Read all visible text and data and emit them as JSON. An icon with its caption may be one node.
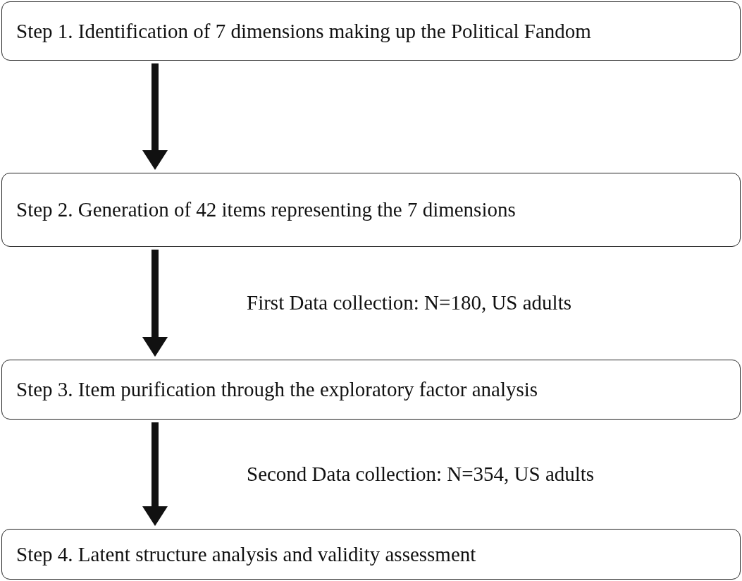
{
  "diagram": {
    "nodes": [
      {
        "text": [
          "Step 1. Identification of 7 dimensions making up the Political Fandom"
        ]
      },
      {
        "text": [
          "Step 2. Generation of 42 items representing the 7 dimensions"
        ]
      },
      {
        "text": [
          "Step 3. Item purification through the exploratory factor analysis"
        ]
      },
      {
        "text": [
          "Step 4. Latent structure analysis and validity assessment"
        ]
      }
    ],
    "edges": [
      {
        "from": 0,
        "to": 1,
        "arrow": "to"
      },
      {
        "from": 1,
        "to": 2,
        "arrow": "to",
        "label": "First Data collection: N=180, US adults"
      },
      {
        "from": 2,
        "to": 3,
        "arrow": "to",
        "label": "Second Data collection: N=354, US adults"
      }
    ]
  }
}
